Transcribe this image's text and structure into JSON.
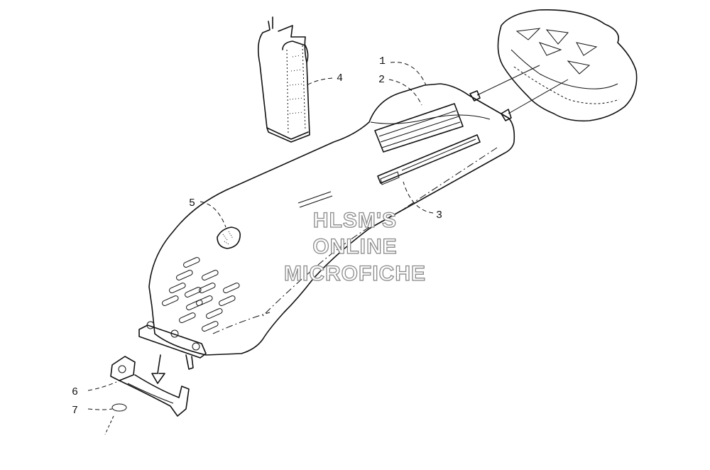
{
  "callouts": [
    {
      "id": "1",
      "label": "1"
    },
    {
      "id": "2",
      "label": "2"
    },
    {
      "id": "3",
      "label": "3"
    },
    {
      "id": "4",
      "label": "4"
    },
    {
      "id": "5",
      "label": "5"
    },
    {
      "id": "6",
      "label": "6"
    },
    {
      "id": "7",
      "label": "7"
    }
  ],
  "watermark": {
    "line1": "HLSM'S",
    "line2": "ONLINE",
    "line3": "MICROFICHE"
  }
}
